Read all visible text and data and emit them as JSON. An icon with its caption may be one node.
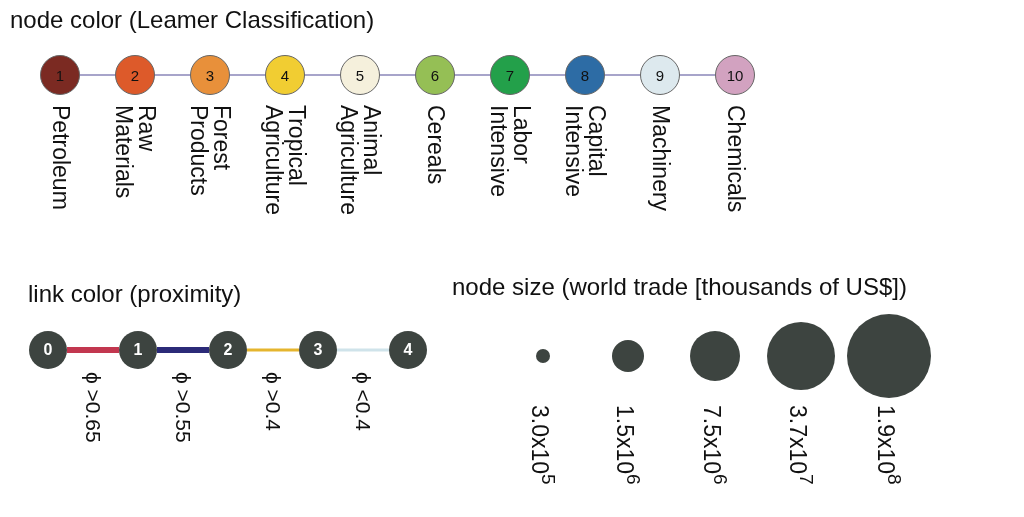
{
  "diagram": {
    "nodes": [
      {
        "text": [
          "1"
        ],
        "beside": [
          "Petroleum"
        ]
      },
      {
        "text": [
          "2"
        ],
        "beside": [
          "Raw Materials"
        ]
      },
      {
        "text": [
          "3"
        ],
        "beside": [
          "Forest Products"
        ]
      },
      {
        "text": [
          "4"
        ],
        "beside": [
          "Tropical Agriculture"
        ]
      },
      {
        "text": [
          "5"
        ],
        "beside": [
          "Animal Agriculture"
        ]
      },
      {
        "text": [
          "6"
        ],
        "beside": [
          "Cereals"
        ]
      },
      {
        "text": [
          "7"
        ],
        "beside": [
          "Labor Intensive"
        ]
      },
      {
        "text": [
          "8"
        ],
        "beside": [
          "Capital Intensive"
        ]
      },
      {
        "text": [
          "9"
        ],
        "beside": [
          "Machinery"
        ]
      },
      {
        "text": [
          "10"
        ],
        "beside": [
          "Chemicals"
        ]
      },
      {
        "text": [
          "0"
        ]
      },
      {
        "text": [
          "1"
        ]
      },
      {
        "text": [
          "2"
        ]
      },
      {
        "text": [
          "3"
        ]
      },
      {
        "text": [
          "4"
        ]
      },
      {
        "text": [],
        "shape": "circle",
        "beside": [
          "3.0x10$^{5}$"
        ]
      },
      {
        "text": [],
        "shape": "circle",
        "beside": [
          "1.5x10$^{6}$"
        ]
      },
      {
        "text": [],
        "shape": "circle",
        "beside": [
          "7.5x10$^{6}$"
        ]
      },
      {
        "text": [],
        "shape": "circle",
        "beside": [
          "3.7x10$^{7}$"
        ]
      },
      {
        "text": [],
        "shape": "circle",
        "beside": [
          "1.9x10$^{8}$"
        ]
      }
    ],
    "edges": [
      {
        "from": 0,
        "to": 1,
        "arrow": "none"
      },
      {
        "from": 1,
        "to": 2,
        "arrow": "none"
      },
      {
        "from": 2,
        "to": 3,
        "arrow": "none"
      },
      {
        "from": 3,
        "to": 4,
        "arrow": "none"
      },
      {
        "from": 4,
        "to": 5,
        "arrow": "none"
      },
      {
        "from": 5,
        "to": 6,
        "arrow": "none"
      },
      {
        "from": 6,
        "to": 7,
        "arrow": "none"
      },
      {
        "from": 7,
        "to": 8,
        "arrow": "none"
      },
      {
        "from": 8,
        "to": 9,
        "arrow": "none"
      },
      {
        "from": 10,
        "to": 11,
        "arrow": "none",
        "label": "ϕ >0.65",
        "style": "thick",
        "color": "#c2374f"
      },
      {
        "from": 11,
        "to": 12,
        "arrow": "none",
        "label": "ϕ >0.55",
        "style": "thick",
        "color": "#2b2a78"
      },
      {
        "from": 12,
        "to": 13,
        "arrow": "none",
        "label": "ϕ >0.4",
        "color": "#e5b52e"
      },
      {
        "from": 13,
        "to": 14,
        "arrow": "none",
        "label": "ϕ <0.4",
        "color": "#cfe3ea"
      }
    ],
    "labels": [
      "node color (Leamer Classification)",
      "link color (proximity)",
      "node size (world trade [thousands of US$])"
    ]
  }
}
